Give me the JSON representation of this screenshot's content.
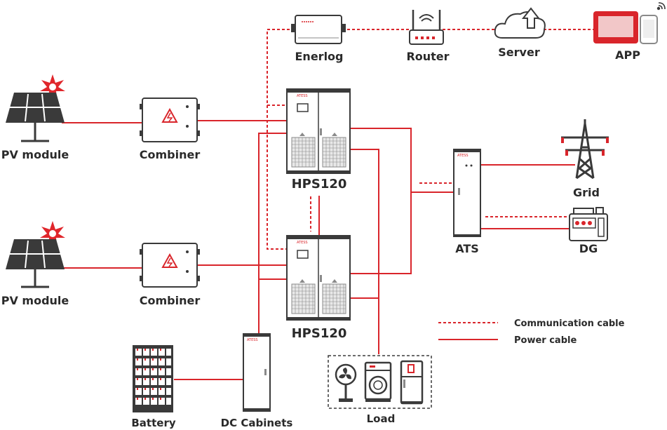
{
  "labels": {
    "pv1": "PV module",
    "pv2": "PV module",
    "combiner1": "Combiner",
    "combiner2": "Combiner",
    "hps1": "HPS120",
    "hps2": "HPS120",
    "enerlog": "Enerlog",
    "router": "Router",
    "server": "Server",
    "app": "APP",
    "ats": "ATS",
    "grid": "Grid",
    "dg": "DG",
    "battery": "Battery",
    "dc_cabinets": "DC Cabinets",
    "load": "Load"
  },
  "legend": {
    "communication": "Communication cable",
    "power": "Power cable"
  },
  "brand_marks": {
    "hps1": "ATESS",
    "hps2": "ATESS",
    "ats": "ATESS",
    "dc": "ATESS"
  },
  "colors": {
    "cable": "#d9252b",
    "device_outline": "#3a3a3a",
    "text": "#2a2a2a"
  }
}
